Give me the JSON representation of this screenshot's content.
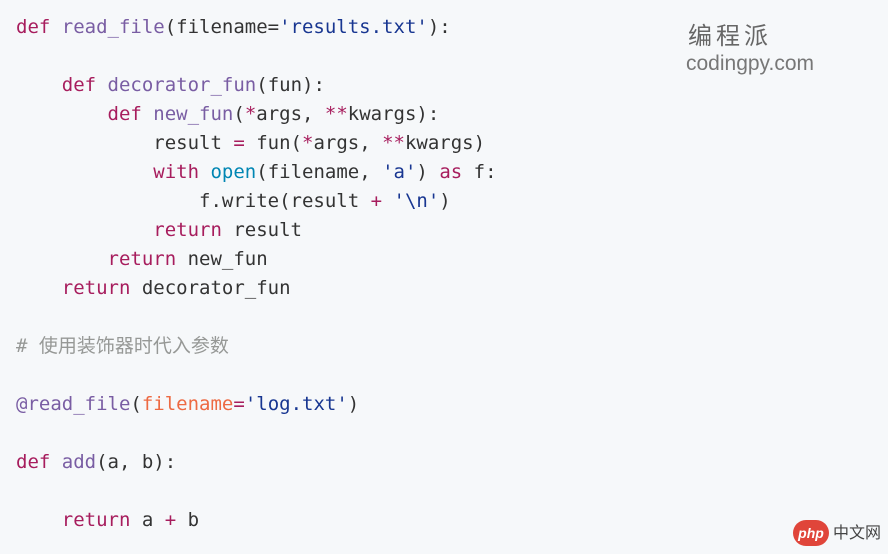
{
  "code_lines": [
    [
      {
        "t": "def ",
        "c": "kw"
      },
      {
        "t": "read_file",
        "c": "fn"
      },
      {
        "t": "(filename=",
        "c": "plain"
      },
      {
        "t": "'results.txt'",
        "c": "str"
      },
      {
        "t": "):",
        "c": "plain"
      }
    ],
    [],
    [
      {
        "t": "    ",
        "c": "plain"
      },
      {
        "t": "def ",
        "c": "kw"
      },
      {
        "t": "decorator_fun",
        "c": "fn"
      },
      {
        "t": "(fun):",
        "c": "plain"
      }
    ],
    [
      {
        "t": "        ",
        "c": "plain"
      },
      {
        "t": "def ",
        "c": "kw"
      },
      {
        "t": "new_fun",
        "c": "fn"
      },
      {
        "t": "(",
        "c": "plain"
      },
      {
        "t": "*",
        "c": "kw"
      },
      {
        "t": "args, ",
        "c": "plain"
      },
      {
        "t": "**",
        "c": "kw"
      },
      {
        "t": "kwargs):",
        "c": "plain"
      }
    ],
    [
      {
        "t": "            result ",
        "c": "plain"
      },
      {
        "t": "=",
        "c": "kw"
      },
      {
        "t": " fun(",
        "c": "plain"
      },
      {
        "t": "*",
        "c": "kw"
      },
      {
        "t": "args, ",
        "c": "plain"
      },
      {
        "t": "**",
        "c": "kw"
      },
      {
        "t": "kwargs)",
        "c": "plain"
      }
    ],
    [
      {
        "t": "            ",
        "c": "plain"
      },
      {
        "t": "with ",
        "c": "kw"
      },
      {
        "t": "open",
        "c": "builtin"
      },
      {
        "t": "(filename, ",
        "c": "plain"
      },
      {
        "t": "'a'",
        "c": "str"
      },
      {
        "t": ") ",
        "c": "plain"
      },
      {
        "t": "as",
        "c": "kw"
      },
      {
        "t": " f:",
        "c": "plain"
      }
    ],
    [
      {
        "t": "                f.write(result ",
        "c": "plain"
      },
      {
        "t": "+",
        "c": "kw"
      },
      {
        "t": " ",
        "c": "plain"
      },
      {
        "t": "'\\n'",
        "c": "str"
      },
      {
        "t": ")",
        "c": "plain"
      }
    ],
    [
      {
        "t": "            ",
        "c": "plain"
      },
      {
        "t": "return",
        "c": "kw"
      },
      {
        "t": " result",
        "c": "plain"
      }
    ],
    [
      {
        "t": "        ",
        "c": "plain"
      },
      {
        "t": "return",
        "c": "kw"
      },
      {
        "t": " new_fun",
        "c": "plain"
      }
    ],
    [
      {
        "t": "    ",
        "c": "plain"
      },
      {
        "t": "return",
        "c": "kw"
      },
      {
        "t": " decorator_fun",
        "c": "plain"
      }
    ],
    [],
    [
      {
        "t": "# 使用装饰器时代入参数",
        "c": "comment"
      }
    ],
    [],
    [
      {
        "t": "@read_file",
        "c": "deco"
      },
      {
        "t": "(",
        "c": "plain"
      },
      {
        "t": "filename",
        "c": "param"
      },
      {
        "t": "=",
        "c": "kw"
      },
      {
        "t": "'log.txt'",
        "c": "str"
      },
      {
        "t": ")",
        "c": "plain"
      }
    ],
    [],
    [
      {
        "t": "def ",
        "c": "kw"
      },
      {
        "t": "add",
        "c": "fn"
      },
      {
        "t": "(a, b):",
        "c": "plain"
      }
    ],
    [],
    [
      {
        "t": "    ",
        "c": "plain"
      },
      {
        "t": "return",
        "c": "kw"
      },
      {
        "t": " a ",
        "c": "plain"
      },
      {
        "t": "+",
        "c": "kw"
      },
      {
        "t": " b",
        "c": "plain"
      }
    ]
  ],
  "brand": {
    "name_cn": "编程派",
    "domain": "codingpy.com"
  },
  "watermark": {
    "badge": "php",
    "label": "中文网"
  },
  "colors": {
    "background": "#f6f8fa",
    "keyword": "#a71d5d",
    "function": "#795da3",
    "string": "#183691",
    "builtin": "#0086b3",
    "parameter": "#ed6a43",
    "comment": "#969896",
    "plain": "#333333"
  }
}
